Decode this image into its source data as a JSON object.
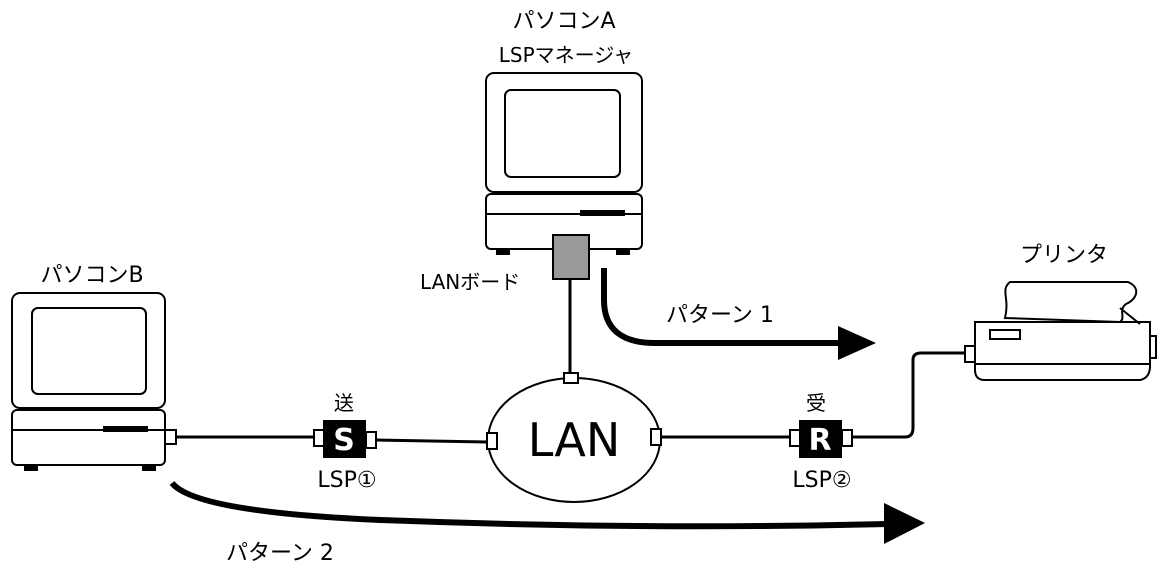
{
  "pc_a": {
    "name": "パソコンA",
    "role": "LSPマネージャ"
  },
  "pc_b": {
    "name": "パソコンB"
  },
  "printer": {
    "name": "プリンタ"
  },
  "lan_board": {
    "label": "LANボード"
  },
  "lan": {
    "label": "LAN"
  },
  "lsp_send": {
    "top": "送",
    "letter": "S",
    "bottom": "LSP①"
  },
  "lsp_recv": {
    "top": "受",
    "letter": "R",
    "bottom": "LSP②"
  },
  "pattern1": {
    "label": "パターン 1"
  },
  "pattern2": {
    "label": "パターン 2"
  },
  "colors": {
    "line": "#000000",
    "board": "#999999",
    "box": "#000000",
    "background": "#ffffff"
  }
}
